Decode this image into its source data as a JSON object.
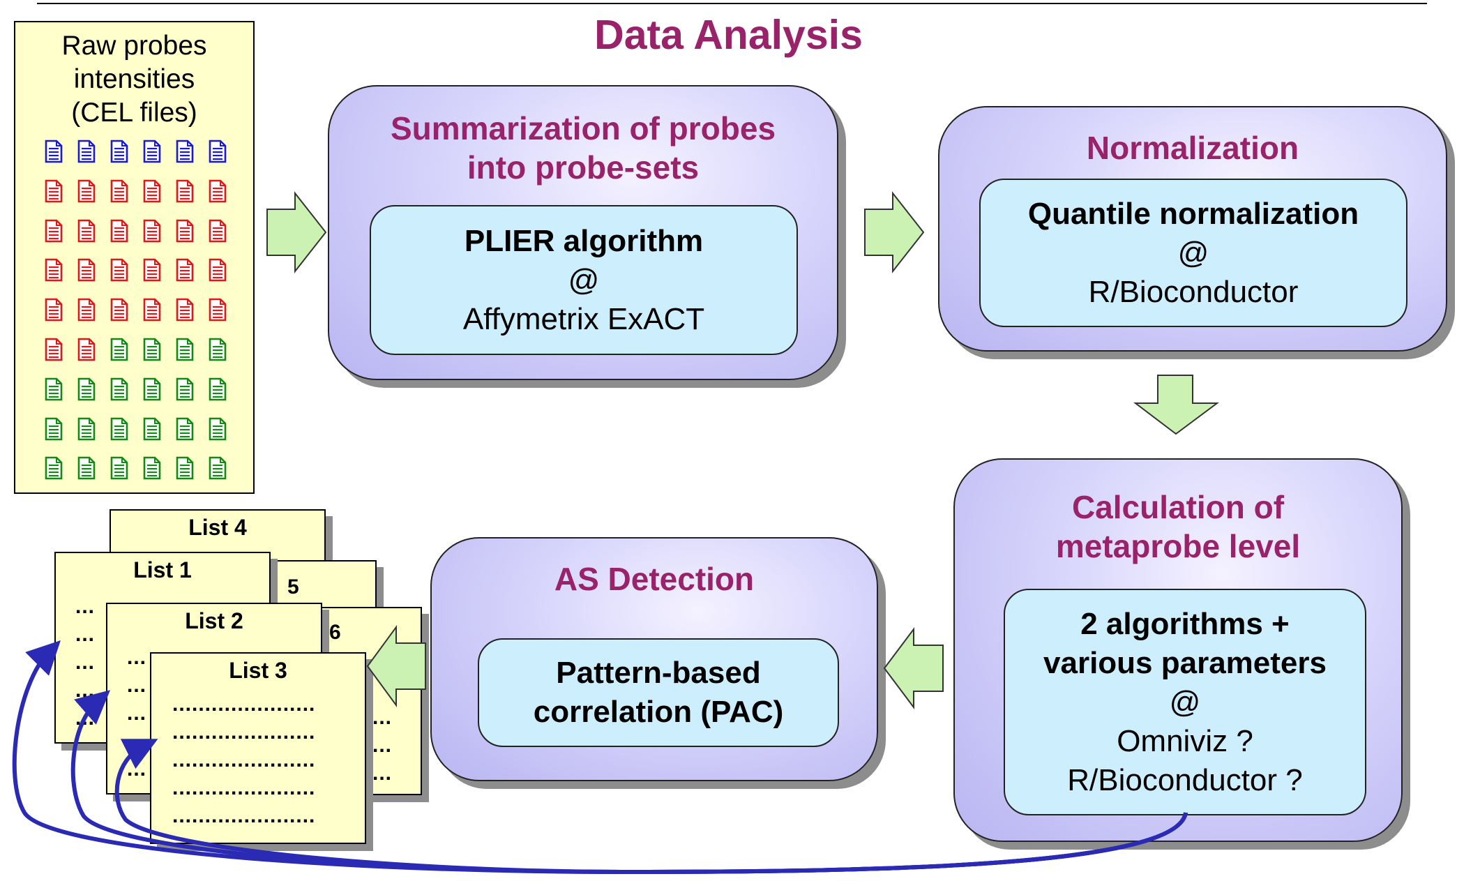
{
  "title": "Data Analysis",
  "raw_probes": {
    "title_lines": [
      "Raw probes",
      "intensities",
      "(CEL files)"
    ],
    "file_colors": {
      "blue": "#1a1ad6",
      "red": "#e01818",
      "green": "#138a13"
    },
    "rows": [
      [
        "blue",
        "blue",
        "blue",
        "blue",
        "blue",
        "blue"
      ],
      [
        "red",
        "red",
        "red",
        "red",
        "red",
        "red"
      ],
      [
        "red",
        "red",
        "red",
        "red",
        "red",
        "red"
      ],
      [
        "red",
        "red",
        "red",
        "red",
        "red",
        "red"
      ],
      [
        "red",
        "red",
        "red",
        "red",
        "red",
        "red"
      ],
      [
        "red",
        "red",
        "green",
        "green",
        "green",
        "green"
      ],
      [
        "green",
        "green",
        "green",
        "green",
        "green",
        "green"
      ],
      [
        "green",
        "green",
        "green",
        "green",
        "green",
        "green"
      ],
      [
        "green",
        "green",
        "green",
        "green",
        "green",
        "green"
      ]
    ]
  },
  "summarization": {
    "title_lines": [
      "Summarization of probes",
      "into probe-sets"
    ],
    "inner_bold": "PLIER algorithm",
    "inner_lines": [
      "@",
      "Affymetrix ExACT"
    ]
  },
  "normalization": {
    "title": "Normalization",
    "inner_bold": "Quantile normalization",
    "inner_lines": [
      "@",
      "R/Bioconductor"
    ]
  },
  "metaprobe": {
    "title_lines": [
      "Calculation of",
      "metaprobe level"
    ],
    "inner_bold_lines": [
      "2 algorithms +",
      "various parameters"
    ],
    "inner_lines": [
      "@",
      "Omniviz ?",
      "R/Bioconductor ?"
    ]
  },
  "as_detection": {
    "title": "AS Detection",
    "inner_bold_lines": [
      "Pattern-based",
      "correlation (PAC)"
    ]
  },
  "lists": {
    "list4": "List 4",
    "list1": "List 1",
    "list2": "List 2",
    "list3": "List 3",
    "frag5": "5",
    "frag6": "6",
    "dots_long": "......................",
    "dots_short": "..."
  },
  "colors": {
    "title": "#99226a",
    "box_fill": "#c8c5f7",
    "inner_fill": "#cdeefc",
    "arrow_fill": "#ccf2b3",
    "feedback_arrow": "#2a2ab5"
  }
}
